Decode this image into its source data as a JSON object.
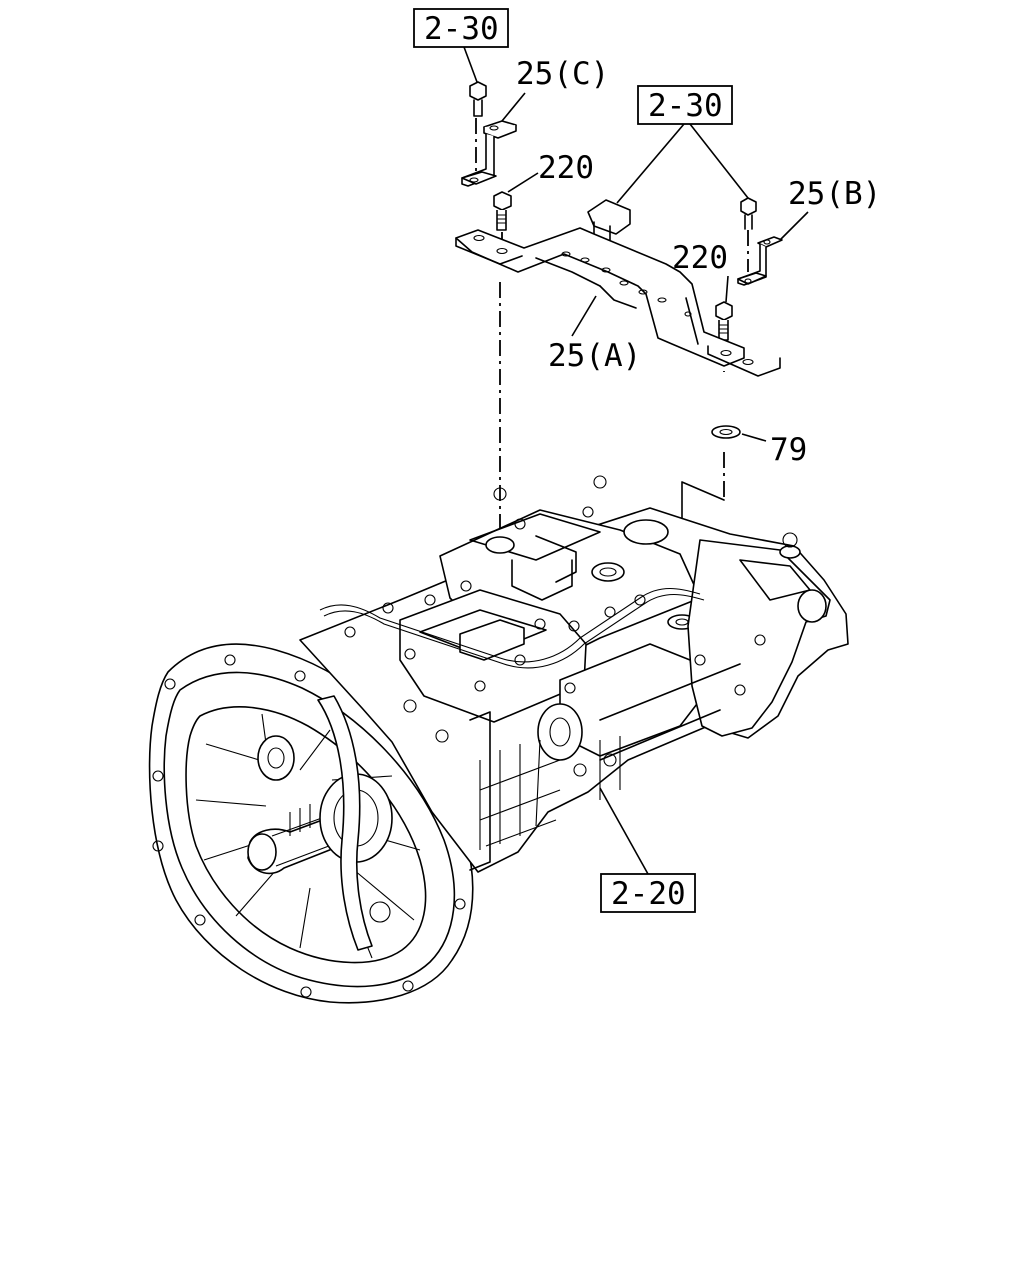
{
  "references": {
    "ref_top_left": "2-30",
    "ref_top_right": "2-30",
    "ref_bottom": "2-20"
  },
  "callouts": {
    "bracket_c": "25(C)",
    "bracket_b": "25(B)",
    "bracket_a": "25(A)",
    "bolt_left": "220",
    "bolt_right": "220",
    "washer": "79"
  }
}
